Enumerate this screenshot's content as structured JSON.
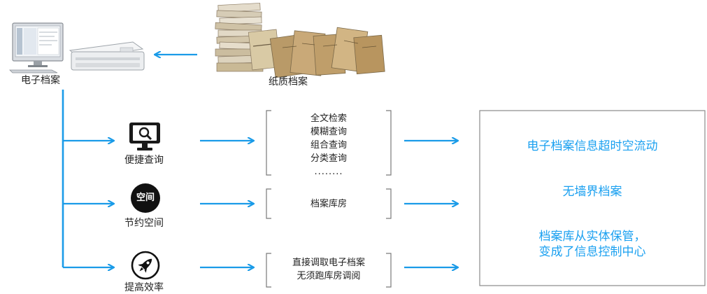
{
  "top": {
    "electronic_label": "电子档案",
    "paper_label": "纸质档案"
  },
  "rows": [
    {
      "label": "便捷查询",
      "icon": "monitor-search-icon",
      "items": [
        "全文检索",
        "模糊查询",
        "组合查询",
        "分类查询",
        "........"
      ]
    },
    {
      "label": "节约空间",
      "icon": "space-badge-icon",
      "icon_text": "空间",
      "items": [
        "档案库房"
      ]
    },
    {
      "label": "提高效率",
      "icon": "rocket-icon",
      "items": [
        "直接调取电子档案",
        "无须跑库房调阅"
      ]
    }
  ],
  "results": {
    "line1": "电子档案信息超时空流动",
    "line2": "无墙界档案",
    "line3a": "档案库从实体保管，",
    "line3b": "变成了信息控制中心"
  },
  "colors": {
    "arrow": "#1a9be8",
    "result_text": "#1aa0f0",
    "bracket": "#7a7a7a",
    "box_border": "#8a8a8a"
  }
}
